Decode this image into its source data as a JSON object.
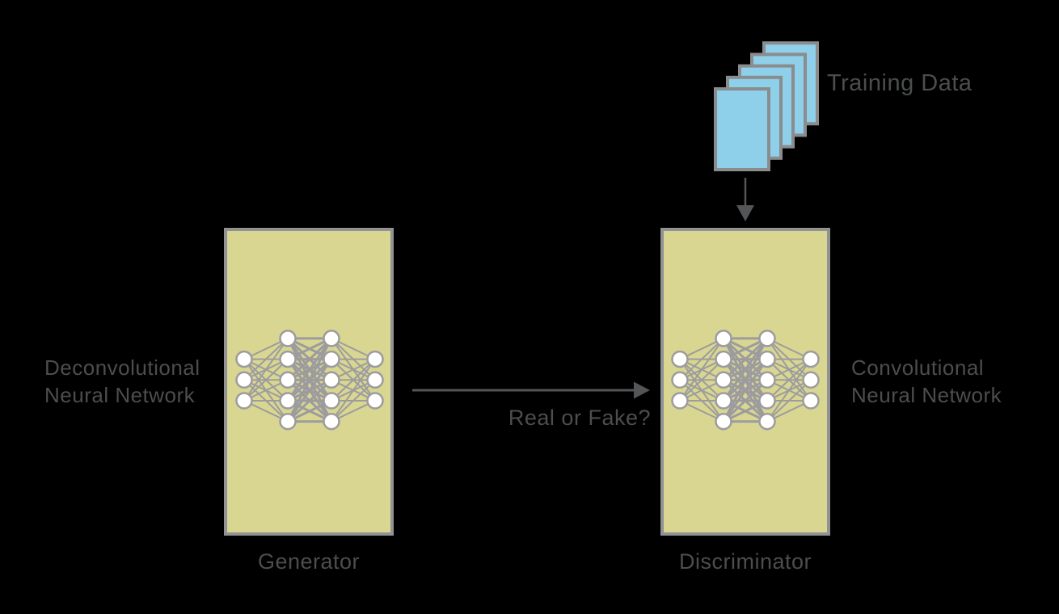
{
  "diagram_title": "GAN architecture diagram",
  "labels": {
    "training_data": "Training Data",
    "deconv_line1": "Deconvolutional",
    "deconv_line2": "Neural Network",
    "conv_line1": "Convolutional",
    "conv_line2": "Neural Network",
    "real_or_fake": "Real or Fake?",
    "generator": "Generator",
    "discriminator": "Discriminator"
  },
  "network": {
    "layers": [
      3,
      5,
      5,
      3
    ]
  },
  "training_stack": {
    "card_count": 5
  },
  "colors": {
    "background": "#000000",
    "box_fill": "#d9d692",
    "box_border": "#909294",
    "card_fill": "#8ecfe9",
    "card_border": "#8a8c8e",
    "node_fill": "#ffffff",
    "edge_color": "#9c9c9e",
    "arrow_color": "#545557",
    "text_color": "#4c4d4e"
  }
}
